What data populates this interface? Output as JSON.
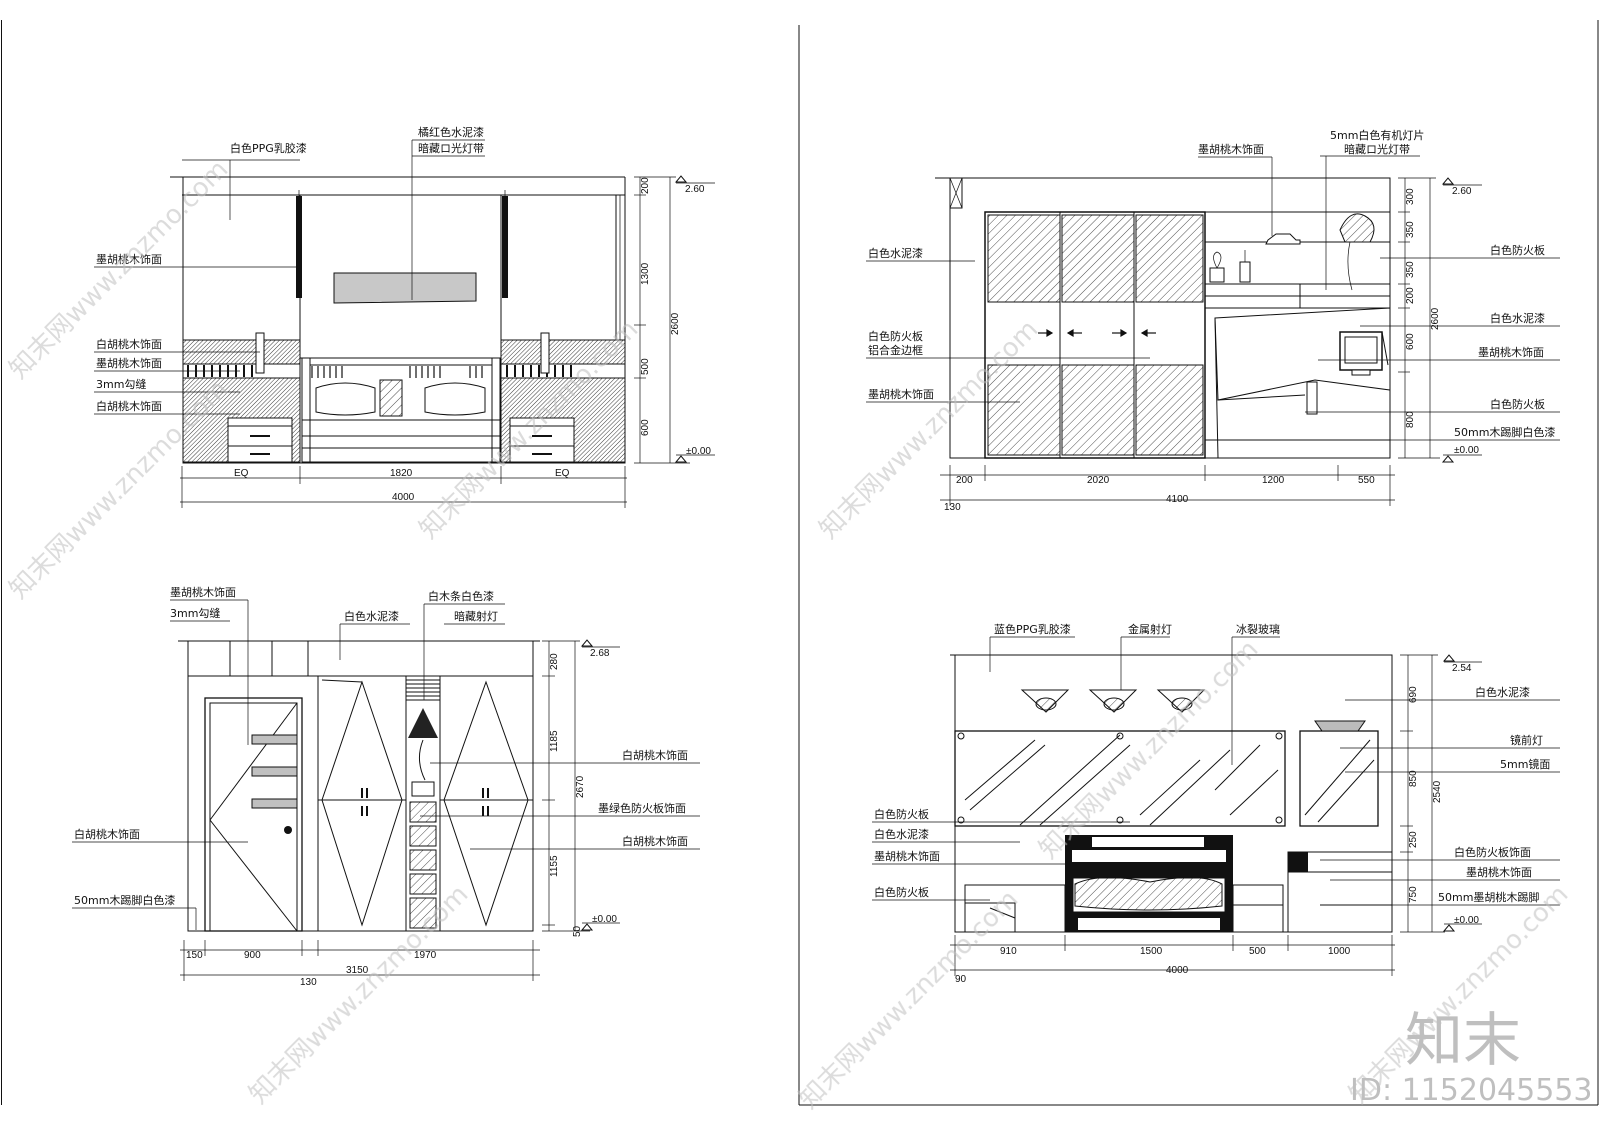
{
  "drawing": {
    "panel1": {
      "labels_top": [
        "白色PPG乳胶漆",
        "橘红色水泥漆",
        "暗藏ロ光灯带"
      ],
      "labels_left": [
        "墨胡桃木饰面",
        "白胡桃木饰面",
        "墨胡桃木饰面",
        "3mm勾缝",
        "白胡桃木饰面"
      ],
      "dims_right": [
        "200",
        "1300",
        "500",
        "600",
        "2600"
      ],
      "level_top": "2.60",
      "level_bottom": "±0.00",
      "dims_bottom": [
        "EQ",
        "1820",
        "EQ"
      ],
      "total": "4000"
    },
    "panel2": {
      "labels_top": [
        "墨胡桃木饰面",
        "5mm白色有机灯片",
        "暗藏ロ光灯带"
      ],
      "labels_left": [
        "白色水泥漆",
        "白色防火板",
        "铝合金边框",
        "墨胡桃木饰面"
      ],
      "labels_right": [
        "白色防火板",
        "白色水泥漆",
        "墨胡桃木饰面",
        "白色防火板",
        "50mm木踢脚白色漆"
      ],
      "dims_right": [
        "300",
        "350",
        "350",
        "200",
        "600",
        "800",
        "2600"
      ],
      "level_top": "2.60",
      "level_bottom": "±0.00",
      "dims_bottom": [
        "200",
        "2020",
        "1200",
        "550"
      ],
      "total": "4100",
      "extra": "130"
    },
    "panel3": {
      "labels_top": [
        "墨胡桃木饰面",
        "3mm勾缝",
        "白色水泥漆",
        "白木条白色漆",
        "暗藏射灯"
      ],
      "labels_left": [
        "白胡桃木饰面",
        "50mm木踢脚白色漆"
      ],
      "labels_right": [
        "白胡桃木饰面",
        "墨绿色防火板饰面",
        "白胡桃木饰面"
      ],
      "dims_right": [
        "280",
        "1185",
        "2670",
        "1155",
        "50"
      ],
      "level_top": "2.68",
      "level_bottom": "±0.00",
      "dims_bottom": [
        "150",
        "900",
        "1970"
      ],
      "total": "3150",
      "extra": "130"
    },
    "panel4": {
      "labels_top": [
        "蓝色PPG乳胶漆",
        "金属射灯",
        "冰裂玻璃"
      ],
      "labels_left": [
        "白色防火板",
        "白色水泥漆",
        "墨胡桃木饰面",
        "白色防火板"
      ],
      "labels_right": [
        "白色水泥漆",
        "镜前灯",
        "5mm镜面",
        "白色防火板饰面",
        "墨胡桃木饰面",
        "50mm墨胡桃木踢脚"
      ],
      "dims_right": [
        "690",
        "850",
        "250",
        "750",
        "2540"
      ],
      "level_top": "2.54",
      "level_bottom": "±0.00",
      "dims_bottom": [
        "910",
        "1500",
        "500",
        "1000"
      ],
      "total": "4000",
      "extra": "90"
    }
  },
  "watermark": {
    "site": "知末网www.znzmo.com",
    "logo": "知末",
    "id": "ID: 1152045553"
  }
}
